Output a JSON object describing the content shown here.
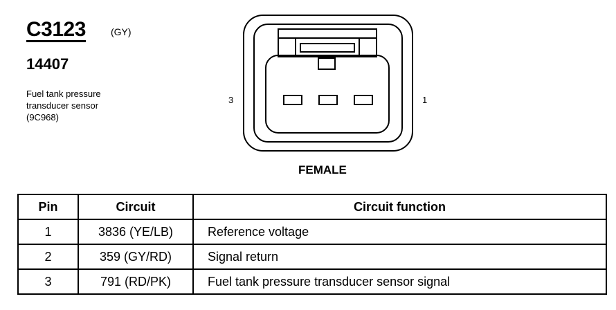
{
  "connector": {
    "id": "C3123",
    "color_code": "(GY)",
    "part_number": "14407",
    "description_lines": [
      "Fuel tank pressure",
      "transducer sensor",
      "(9C968)"
    ],
    "pin_label_left": "3",
    "pin_label_right": "1",
    "gender": "FEMALE"
  },
  "table": {
    "headers": [
      "Pin",
      "Circuit",
      "Circuit function"
    ],
    "rows": [
      {
        "pin": "1",
        "circuit": "3836 (YE/LB)",
        "function": "Reference voltage"
      },
      {
        "pin": "2",
        "circuit": "359 (GY/RD)",
        "function": "Signal return"
      },
      {
        "pin": "3",
        "circuit": "791 (RD/PK)",
        "function": "Fuel tank pressure transducer sensor  signal"
      }
    ]
  }
}
